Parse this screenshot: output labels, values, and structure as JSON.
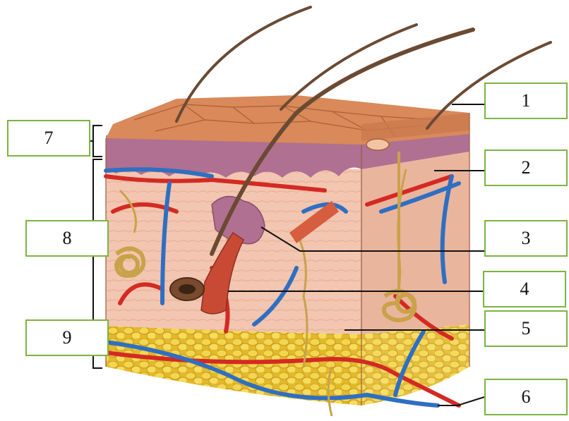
{
  "labels": {
    "l1": "1",
    "l2": "2",
    "l3": "3",
    "l4": "4",
    "l5": "5",
    "l6": "6",
    "l7": "7",
    "l8": "8",
    "l9": "9"
  },
  "colors": {
    "label_border": "#7cb342",
    "epidermis": "#d9895a",
    "dermis": "#f1c3ad",
    "fat": "#e9c93a",
    "artery": "#d32a24",
    "vein": "#2f6fc2",
    "nerve": "#c9a24a"
  }
}
